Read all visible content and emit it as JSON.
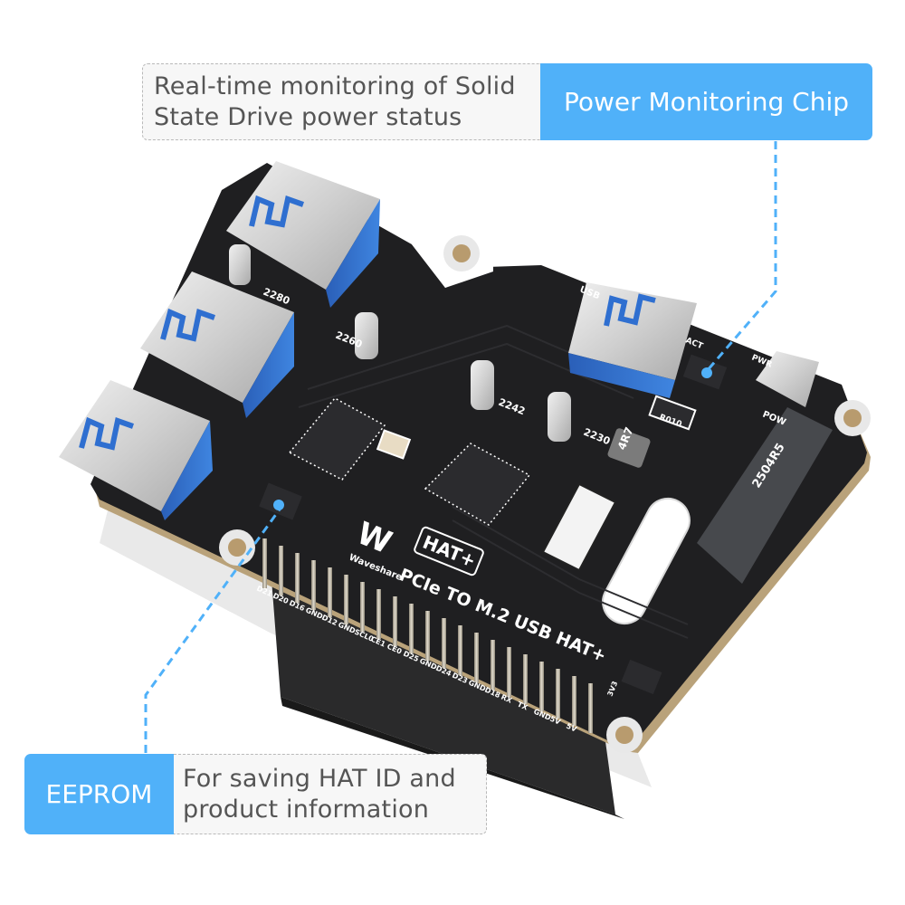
{
  "callouts": {
    "power_chip": {
      "tag": "Power Monitoring Chip",
      "description_line1": "Real-time monitoring of Solid",
      "description_line2": "State Drive power status"
    },
    "eeprom": {
      "tag": "EEPROM",
      "description_line1": "For saving HAT ID and",
      "description_line2": "product information"
    }
  },
  "board": {
    "brand": "Waveshare",
    "badge": "HAT+",
    "title": "PCIe TO M.2 USB HAT+",
    "usb_label": "USB",
    "led_labels": [
      "ACT",
      "PWR"
    ],
    "power_label": "POW",
    "standoff_labels": [
      "2280",
      "2260",
      "2242",
      "2230"
    ],
    "m2_slot_marking": "2504R5",
    "inductor_marking": "4R7",
    "shunt_marking": "R010",
    "gpio_labels": [
      "D21",
      "D20",
      "D16",
      "GND",
      "D12",
      "GND",
      "SCL0",
      "CE1",
      "CE0",
      "D25",
      "GND",
      "D24",
      "D23",
      "GND",
      "D18",
      "RX",
      "TX",
      "GND",
      "5V",
      "5V"
    ],
    "gpio_label_3v3": "3V3"
  },
  "colors": {
    "accent_blue": "#50b1f9",
    "pcb_black": "#1e1e20",
    "usb_blue": "#2f6fd0",
    "description_bg": "#f7f7f7",
    "description_text": "#555555"
  }
}
